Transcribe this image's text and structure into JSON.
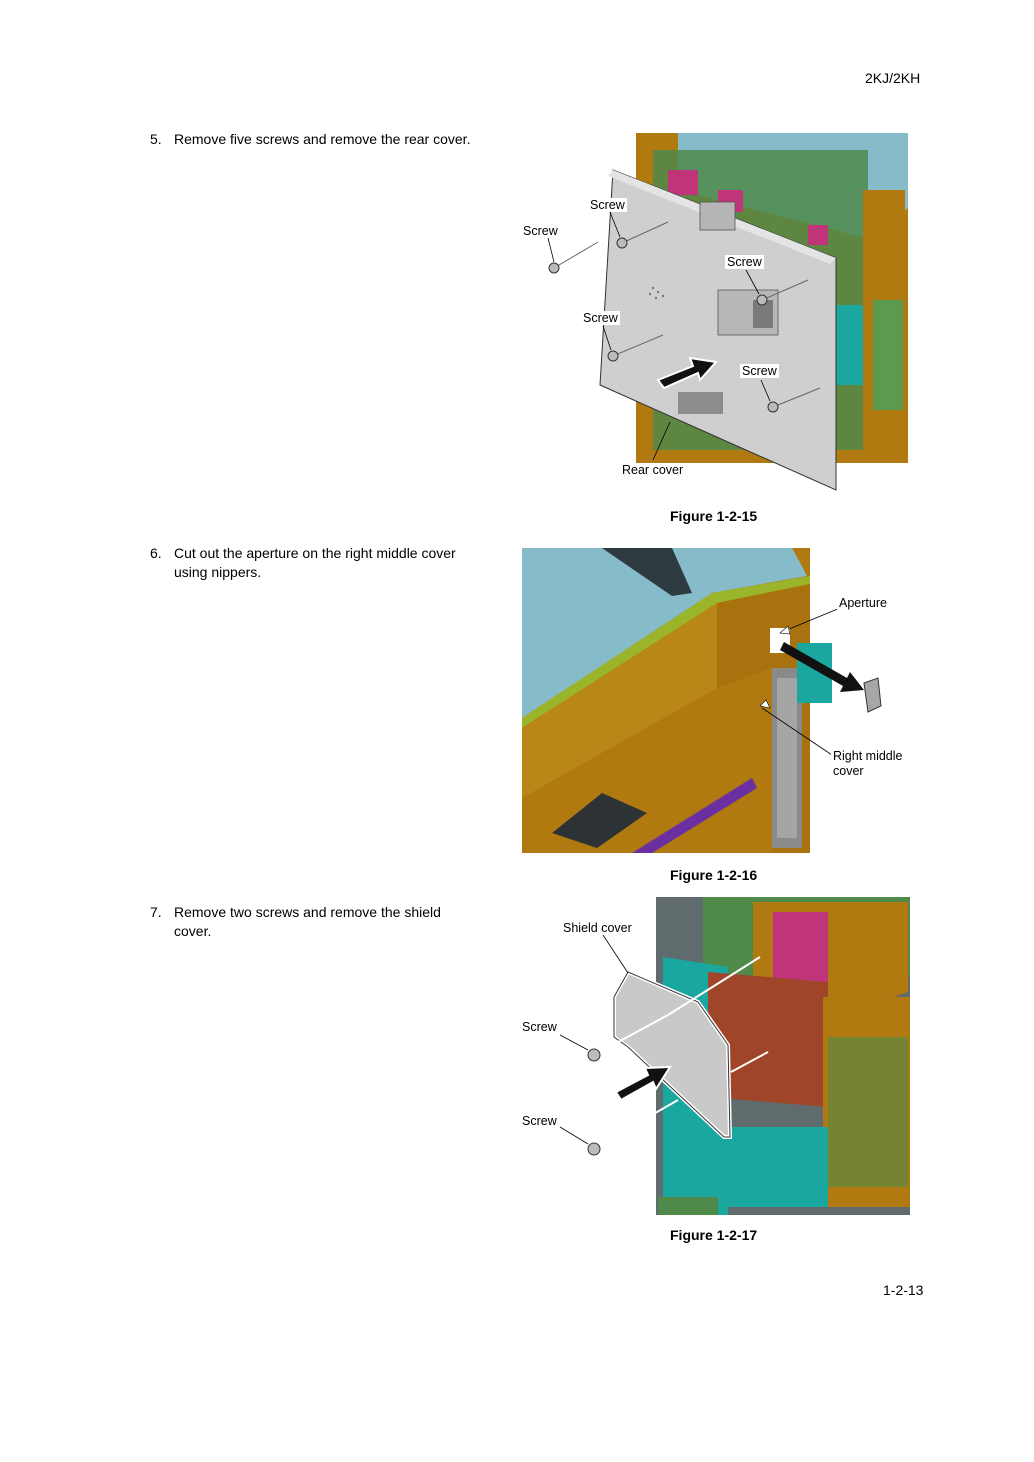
{
  "header": {
    "code": "2KJ/2KH"
  },
  "steps": [
    {
      "number": "5.",
      "text": "Remove five screws and remove the rear cover."
    },
    {
      "number": "6.",
      "text": "Cut out the aperture on the right middle cover using nippers."
    },
    {
      "number": "7.",
      "text": "Remove two screws and remove the shield cover."
    }
  ],
  "figures": [
    {
      "caption": "Figure 1-2-15",
      "labels": {
        "screw_1": "Screw",
        "screw_2": "Screw",
        "screw_3": "Screw",
        "screw_4": "Screw",
        "screw_5": "Screw",
        "rear_cover": "Rear cover"
      }
    },
    {
      "caption": "Figure 1-2-16",
      "labels": {
        "aperture": "Aperture",
        "right_middle_cover_1": "Right middle",
        "right_middle_cover_2": "cover"
      }
    },
    {
      "caption": "Figure 1-2-17",
      "labels": {
        "shield_cover": "Shield cover",
        "screw_1": "Screw",
        "screw_2": "Screw"
      }
    }
  ],
  "footer": {
    "page": "1-2-13"
  },
  "colors": {
    "frame": "#b07a10",
    "glass": "#86bcc9",
    "cover": "#c4c4c4",
    "teal": "#1aa7a0",
    "pcb": "#4f8a4a"
  }
}
